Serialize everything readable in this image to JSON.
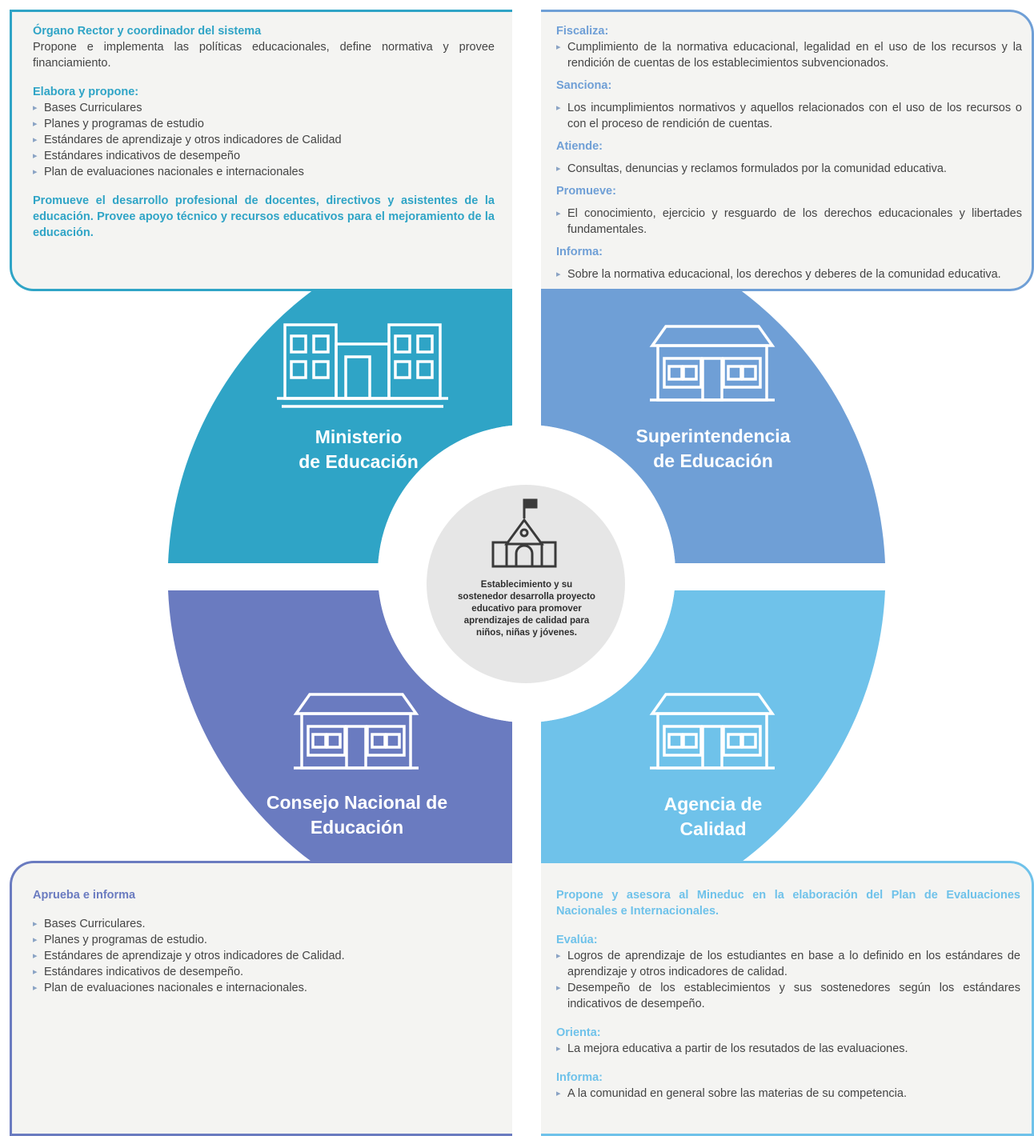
{
  "ministerio": {
    "name_line1": "Ministerio",
    "name_line2": "de Educación",
    "color": "#2fa4c6",
    "heading": "Órgano Rector y coordinador del sistema",
    "description": "Propone e implementa las políticas educacionales, define normativa y provee financiamiento.",
    "subheading": "Elabora y propone:",
    "items": [
      "Bases Curriculares",
      "Planes y programas de estudio",
      "Estándares de aprendizaje y otros indicadores de Calidad",
      "Estándares indicativos de desempeño",
      "Plan de evaluaciones nacionales e internacionales"
    ],
    "promotes": "Promueve el desarrollo profesional de docentes, directivos y asistentes de la educación. Provee apoyo técnico y recursos educativos para el mejoramiento de la educación.",
    "icon": "school-building-icon"
  },
  "superintendencia": {
    "name_line1": "Superintendencia",
    "name_line2": "de Educación",
    "color": "#6f9fd6",
    "sections": [
      {
        "title": "Fiscaliza:",
        "items": [
          "Cumplimiento de la normativa educacional, legalidad en el uso de los recursos y la rendición de cuentas de los establecimientos subvencionados."
        ]
      },
      {
        "title": "Sanciona:",
        "items": [
          "Los incumplimientos normativos y aquellos relacionados con el uso de los recursos o con el proceso de rendición de cuentas."
        ]
      },
      {
        "title": "Atiende:",
        "items": [
          "Consultas, denuncias y reclamos formulados por la comunidad educativa."
        ]
      },
      {
        "title": "Promueve:",
        "items": [
          "El conocimiento, ejercicio y resguardo de los derechos educacionales y libertades fundamentales."
        ]
      },
      {
        "title": "Informa:",
        "items": [
          "Sobre la normativa educacional, los derechos y deberes de la comunidad educativa."
        ]
      }
    ],
    "icon": "house-icon"
  },
  "consejo": {
    "name_line1": "Consejo Nacional de",
    "name_line2": "Educación",
    "color": "#6a7bc0",
    "heading": "Aprueba e informa",
    "items": [
      "Bases Curriculares.",
      "Planes y programas de estudio.",
      "Estándares de aprendizaje y otros indicadores de Calidad.",
      "Estándares indicativos de desempeño.",
      "Plan de evaluaciones nacionales e internacionales."
    ],
    "icon": "house-icon"
  },
  "agencia": {
    "name_line1": "Agencia de",
    "name_line2": "Calidad",
    "color": "#6fc2ea",
    "intro": "Propone y asesora al Mineduc en la elaboración del Plan de Evaluaciones Nacionales e Internacionales.",
    "sections": [
      {
        "title": "Evalúa:",
        "items": [
          "Logros de aprendizaje de los estudiantes en base a lo definido en los estándares de aprendizaje y otros indicadores de calidad.",
          "Desempeño de los establecimientos y sus sostenedores según los estándares indicativos de desempeño."
        ]
      },
      {
        "title": "Orienta:",
        "items": [
          "La mejora educativa a partir de los resutados de las evaluaciones."
        ]
      },
      {
        "title": "Informa:",
        "items": [
          "A la comunidad en general sobre las materias de su competencia."
        ]
      }
    ],
    "icon": "house-icon"
  },
  "center": {
    "text": "Establecimiento y su sostenedor desarrolla proyecto educativo para promover aprendizajes de calidad para niños, niñas y jóvenes.",
    "icon": "school-flag-icon"
  }
}
